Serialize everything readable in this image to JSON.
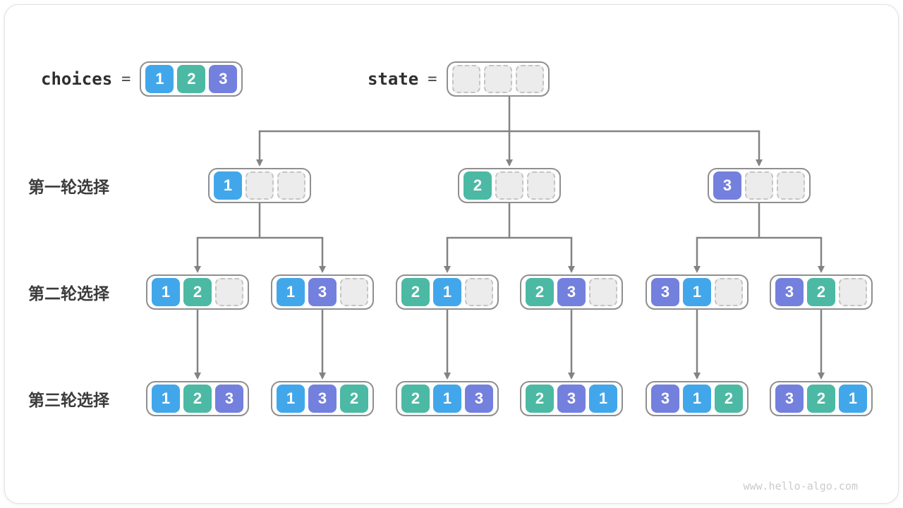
{
  "page": {
    "watermark": "www.hello-algo.com"
  },
  "colors": {
    "values": {
      "1": "#42a7ea",
      "2": "#4cb9a4",
      "3": "#7480dd"
    },
    "empty_fill": "#ececec",
    "empty_border": "#c4c4c4",
    "node_border": "#8f8f8f",
    "line": "#838383",
    "label_text": "#3b3b3b"
  },
  "header": {
    "choices_label": "choices",
    "equals": "=",
    "choices_cells": [
      "1",
      "2",
      "3"
    ],
    "state_label": "state",
    "state_cells": [
      null,
      null,
      null
    ]
  },
  "rows": [
    {
      "label": "第一轮选择",
      "nodes": [
        [
          "1",
          null,
          null
        ],
        [
          "2",
          null,
          null
        ],
        [
          "3",
          null,
          null
        ]
      ]
    },
    {
      "label": "第二轮选择",
      "nodes": [
        [
          "1",
          "2",
          null
        ],
        [
          "1",
          "3",
          null
        ],
        [
          "2",
          "1",
          null
        ],
        [
          "2",
          "3",
          null
        ],
        [
          "3",
          "1",
          null
        ],
        [
          "3",
          "2",
          null
        ]
      ]
    },
    {
      "label": "第三轮选择",
      "nodes": [
        [
          "1",
          "2",
          "3"
        ],
        [
          "1",
          "3",
          "2"
        ],
        [
          "2",
          "1",
          "3"
        ],
        [
          "2",
          "3",
          "1"
        ],
        [
          "3",
          "1",
          "2"
        ],
        [
          "3",
          "2",
          "1"
        ]
      ]
    }
  ]
}
